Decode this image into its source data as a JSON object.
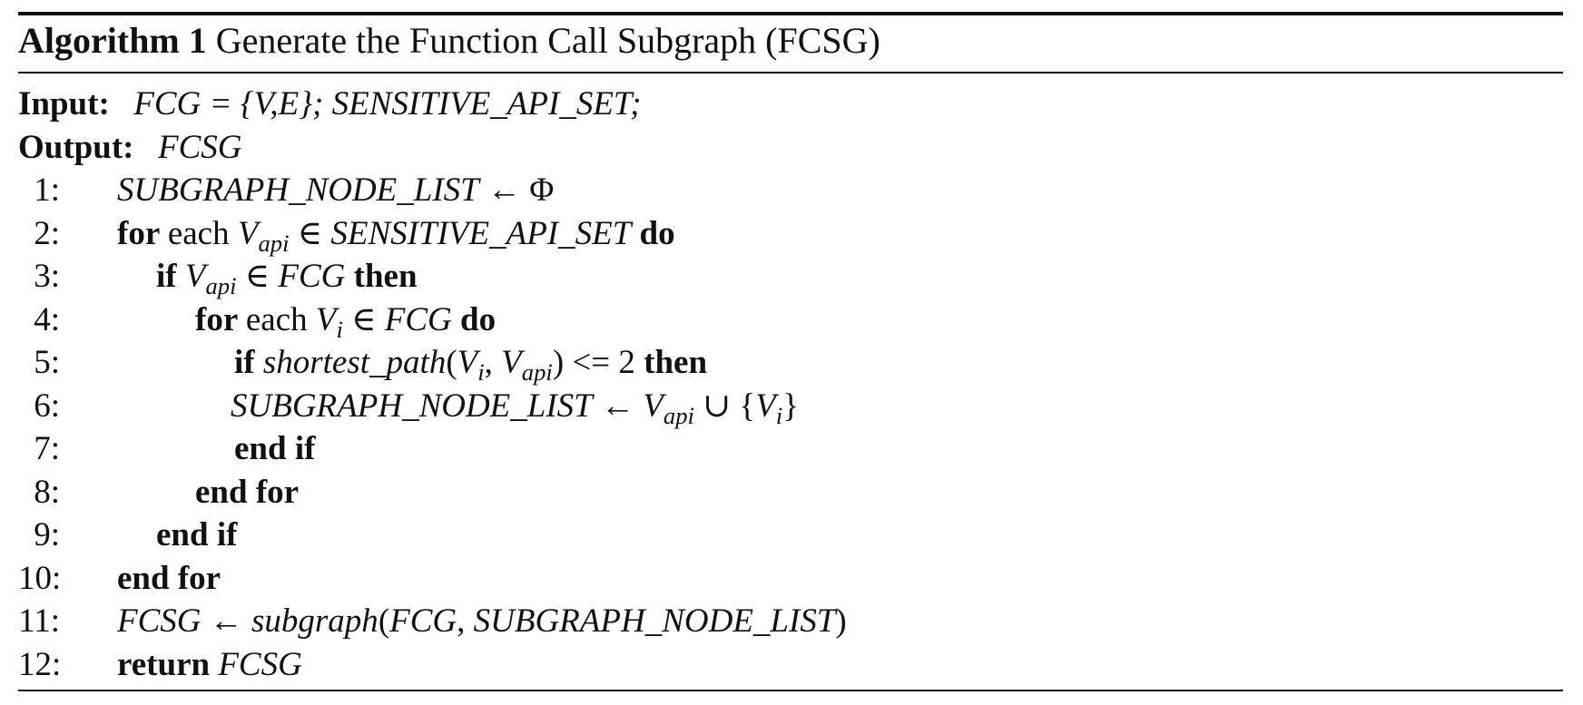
{
  "algorithm": {
    "label": "Algorithm 1",
    "title": "Generate the Function Call Subgraph (FCSG)"
  },
  "io": {
    "input_label": "Input:",
    "input_value": "FCG = {V,E}; SENSITIVE_API_SET;",
    "output_label": "Output:",
    "output_value": "FCSG"
  },
  "steps": [
    {
      "n": "1:",
      "indent": 1,
      "text": "SUBGRAPH_NODE_LIST ← Φ"
    },
    {
      "n": "2:",
      "indent": 1,
      "text": "for each V_api ∈ SENSITIVE_API_SET do"
    },
    {
      "n": "3:",
      "indent": 2,
      "text": "if V_api ∈ FCG then"
    },
    {
      "n": "4:",
      "indent": 3,
      "text": "for each V_i ∈ FCG do"
    },
    {
      "n": "5:",
      "indent": 4,
      "text": "if shortest_path(V_i, V_api) <= 2 then"
    },
    {
      "n": "6:",
      "indent": 5,
      "text": "SUBGRAPH_NODE_LIST ← V_api ∪ {V_i}"
    },
    {
      "n": "7:",
      "indent": 4,
      "text": "end if"
    },
    {
      "n": "8:",
      "indent": 3,
      "text": "end for"
    },
    {
      "n": "9:",
      "indent": 2,
      "text": "end if"
    },
    {
      "n": "10:",
      "indent": 1,
      "text": "end for"
    },
    {
      "n": "11:",
      "indent": 1,
      "text": "FCSG ← subgraph(FCG, SUBGRAPH_NODE_LIST)"
    },
    {
      "n": "12:",
      "indent": 1,
      "text": "return FCSG"
    }
  ],
  "tokens": {
    "kw_for": "for",
    "kw_each": "each",
    "kw_do": "do",
    "kw_if": "if",
    "kw_then": "then",
    "kw_end_if": "end if",
    "kw_end_for": "end for",
    "kw_return": "return",
    "v": "V",
    "sub_api": "api",
    "sub_i": "i",
    "fcg": "FCG",
    "fcsg": "FCSG",
    "sensitive_api_set": "SENSITIVE_API_SET",
    "subgraph_node_list": "SUBGRAPH_NODE_LIST",
    "phi": "Φ",
    "arrow": "←",
    "elem": "∈",
    "union": "∪",
    "lbrace": "{",
    "rbrace": "}",
    "lparen": "(",
    "rparen": ")",
    "comma": ",",
    "le2": "<= 2",
    "shortest_path": "shortest_path",
    "subgraph_fn": "subgraph"
  }
}
